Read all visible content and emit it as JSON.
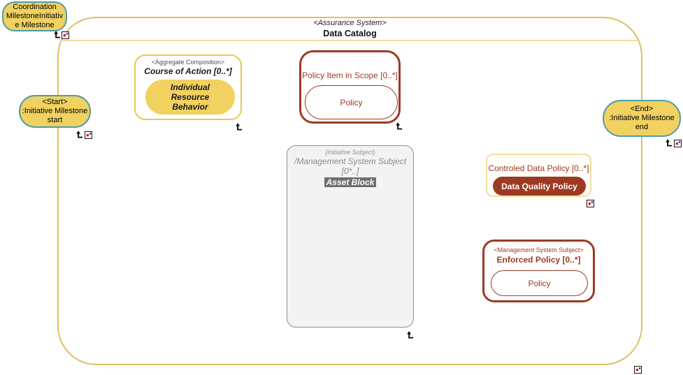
{
  "diagram_title": {
    "stereotype": "<Assurance System>",
    "name": "Data Catalog"
  },
  "nodes": {
    "coordination_milestone": {
      "lines": [
        "Coordination",
        "MilestoneInitiativ",
        "e Milestone"
      ]
    },
    "start_milestone": {
      "stereotype": "<Start>",
      "name": ":Initiative Milestone",
      "suffix": "start"
    },
    "end_milestone": {
      "stereotype": "<End>",
      "name": ":Initiative Milestone",
      "suffix": "end"
    },
    "course_of_action": {
      "stereotype": "<Aggregate Composition>",
      "name": "Course of Action [0..*]",
      "child": "Individual Resource Behavior"
    },
    "policy_item_in_scope": {
      "name": "Policy Item in Scope [0..*]",
      "child": "Policy"
    },
    "asset_block": {
      "tag": "{Initiative Subject}",
      "name": "/Management System Subject [0*..]",
      "label": "Asset Block"
    },
    "controled_data_policy": {
      "name": "Controled Data Policy [0..*]",
      "child": "Data Quality Policy"
    },
    "enforced_policy": {
      "stereotype": "<Management System Subject>",
      "name": "Enforced Policy [0..*]",
      "child": "Policy"
    }
  },
  "colors": {
    "container_border": "#dcc063",
    "separator": "#eedca6",
    "milestone_fill": "#f1d160",
    "milestone_border": "#4d9cab",
    "yellow_node_border": "#e9ca4f",
    "red_node": "#9d3a23",
    "pale_yellow_border": "#f3dd9d",
    "gray_node_border": "#8f8f8f",
    "gray_node_fill": "#f3f3f3"
  }
}
